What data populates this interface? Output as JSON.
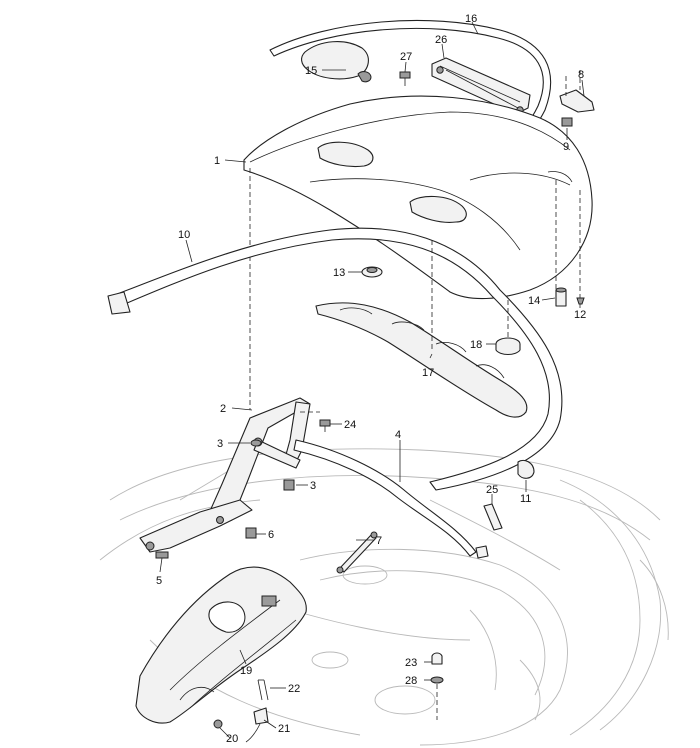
{
  "callouts": [
    {
      "id": "c1",
      "text": "1"
    },
    {
      "id": "c2",
      "text": "2"
    },
    {
      "id": "c3a",
      "text": "3"
    },
    {
      "id": "c3b",
      "text": "3"
    },
    {
      "id": "c4",
      "text": "4"
    },
    {
      "id": "c5",
      "text": "5"
    },
    {
      "id": "c6",
      "text": "6"
    },
    {
      "id": "c7",
      "text": "7"
    },
    {
      "id": "c8",
      "text": "8"
    },
    {
      "id": "c9",
      "text": "9"
    },
    {
      "id": "c10",
      "text": "10"
    },
    {
      "id": "c11",
      "text": "11"
    },
    {
      "id": "c12",
      "text": "12"
    },
    {
      "id": "c13",
      "text": "13"
    },
    {
      "id": "c14",
      "text": "14"
    },
    {
      "id": "c15",
      "text": "15"
    },
    {
      "id": "c16",
      "text": "16"
    },
    {
      "id": "c17",
      "text": "17"
    },
    {
      "id": "c18",
      "text": "18"
    },
    {
      "id": "c19",
      "text": "19"
    },
    {
      "id": "c20",
      "text": "20"
    },
    {
      "id": "c21",
      "text": "21"
    },
    {
      "id": "c22",
      "text": "22"
    },
    {
      "id": "c23",
      "text": "23"
    },
    {
      "id": "c24",
      "text": "24"
    },
    {
      "id": "c25",
      "text": "25"
    },
    {
      "id": "c26",
      "text": "26"
    },
    {
      "id": "c27",
      "text": "27"
    },
    {
      "id": "c28",
      "text": "28"
    }
  ]
}
